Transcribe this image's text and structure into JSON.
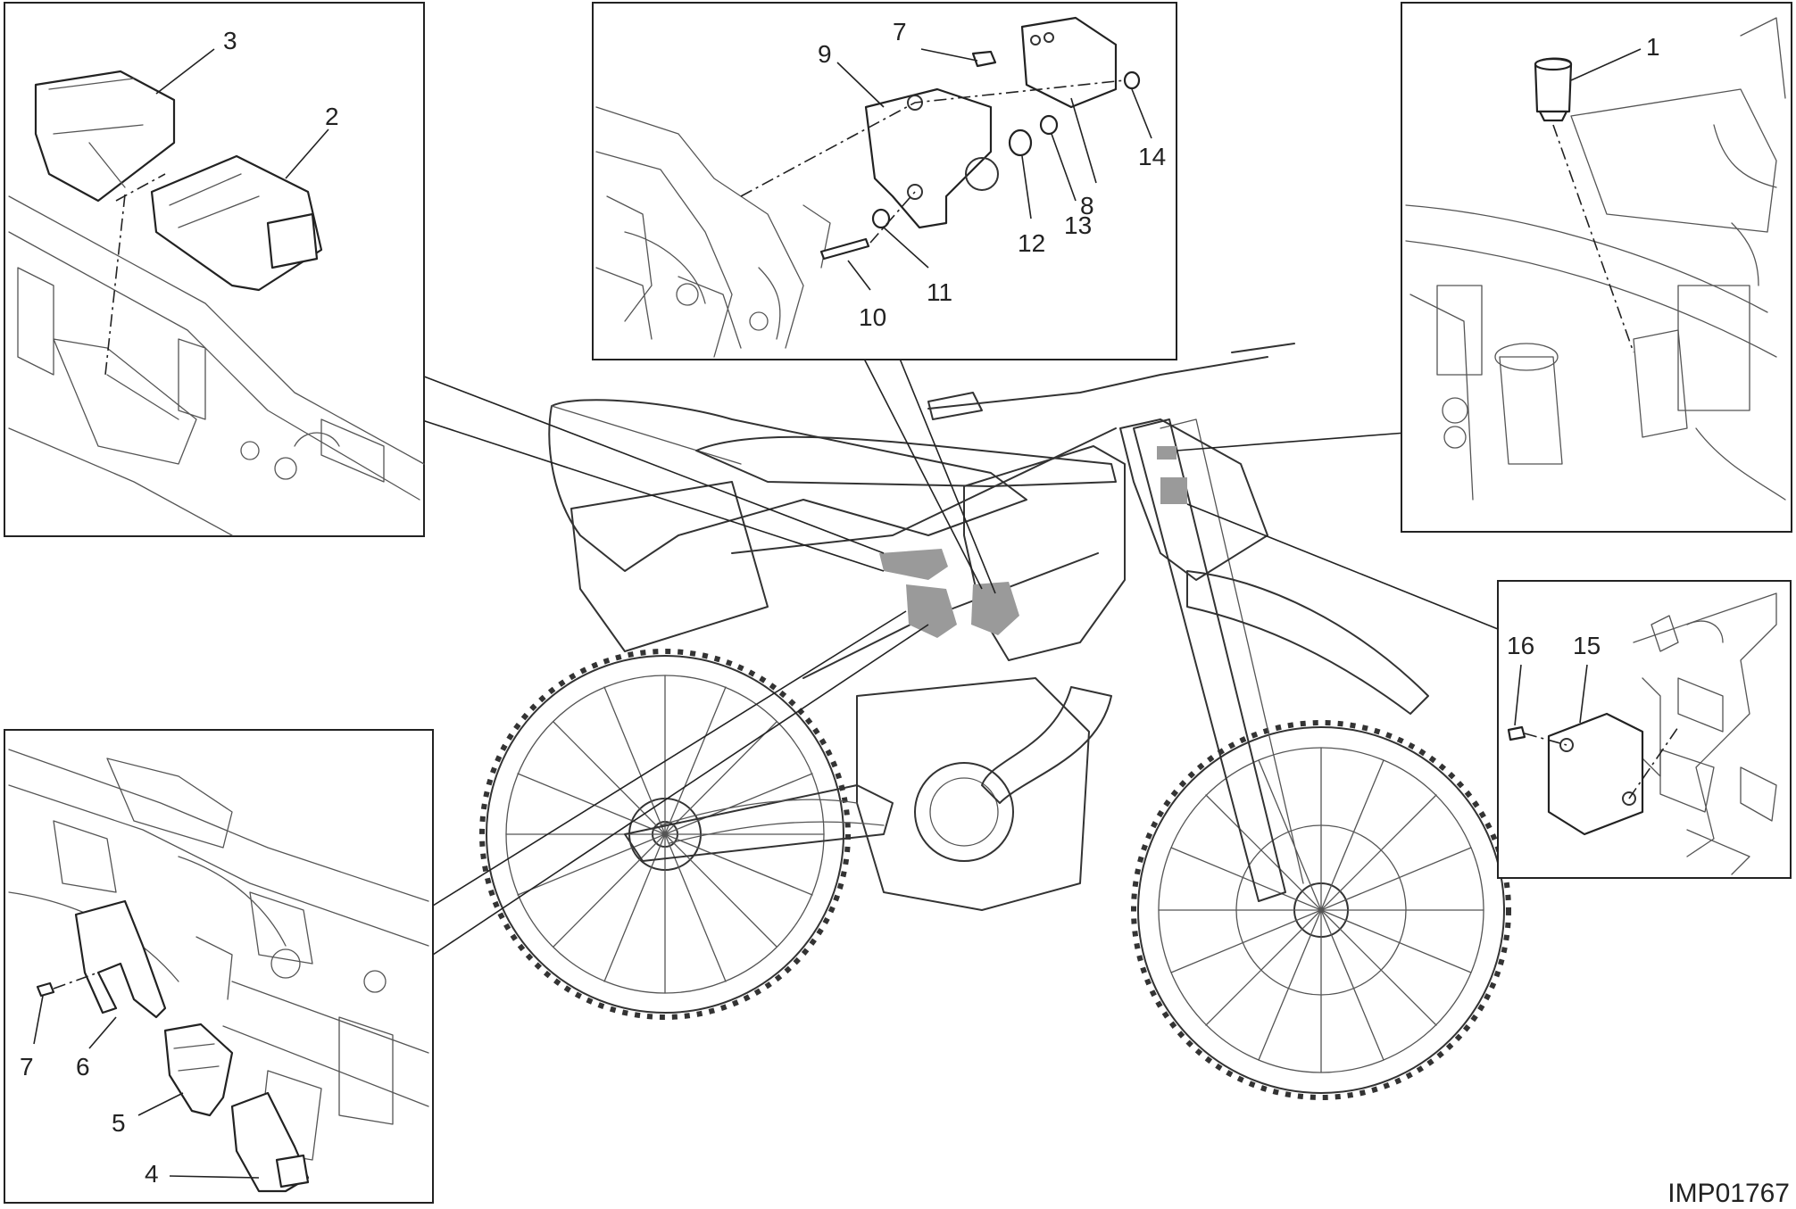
{
  "diagram": {
    "drawing_code": "IMP01767",
    "callouts": {
      "panel_top_left": [
        "3",
        "2"
      ],
      "panel_top_center": [
        "7",
        "9",
        "14",
        "8",
        "13",
        "12",
        "11",
        "10"
      ],
      "panel_top_right": [
        "1"
      ],
      "panel_middle_right": [
        "16",
        "15"
      ],
      "panel_bottom_left": [
        "7",
        "6",
        "5",
        "4"
      ]
    }
  }
}
